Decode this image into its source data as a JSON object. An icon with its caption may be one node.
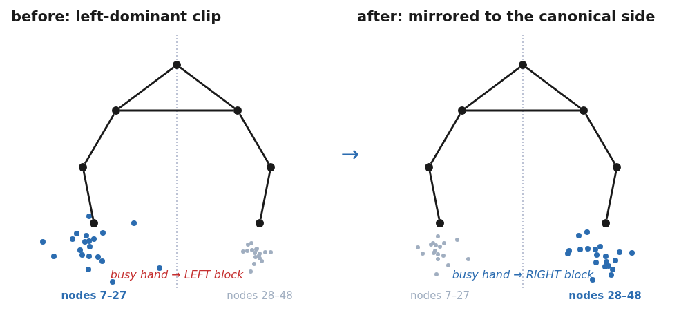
{
  "diagram": {
    "nodes": [
      {
        "text": [],
        "shape": "circle"
      },
      {
        "text": [],
        "shape": "circle"
      },
      {
        "text": [],
        "shape": "circle"
      },
      {
        "text": [],
        "shape": "circle"
      },
      {
        "text": [],
        "shape": "circle"
      },
      {
        "text": [],
        "shape": "circle"
      },
      {
        "text": [],
        "shape": "circle"
      },
      {
        "text": [],
        "shape": "circle"
      },
      {
        "text": [],
        "shape": "circle"
      },
      {
        "text": [],
        "shape": "circle"
      },
      {
        "text": [],
        "shape": "circle"
      },
      {
        "text": [],
        "shape": "circle"
      },
      {
        "text": [],
        "shape": "circle"
      },
      {
        "text": [],
        "shape": "circle"
      }
    ],
    "edges": [
      {
        "from": 0,
        "to": 1,
        "arrow": "none"
      },
      {
        "from": 0,
        "to": 2,
        "arrow": "none"
      },
      {
        "from": 1,
        "to": 2,
        "arrow": "none"
      },
      {
        "from": 1,
        "to": 3,
        "arrow": "none"
      },
      {
        "from": 3,
        "to": 5,
        "arrow": "none"
      },
      {
        "from": 2,
        "to": 4,
        "arrow": "none"
      },
      {
        "from": 4,
        "to": 6,
        "arrow": "none"
      },
      {
        "from": 7,
        "to": 8,
        "arrow": "none"
      },
      {
        "from": 7,
        "to": 9,
        "arrow": "none"
      },
      {
        "from": 8,
        "to": 9,
        "arrow": "none"
      },
      {
        "from": 8,
        "to": 10,
        "arrow": "none"
      },
      {
        "from": 10,
        "to": 12,
        "arrow": "none"
      },
      {
        "from": 9,
        "to": 11,
        "arrow": "none"
      },
      {
        "from": 11,
        "to": 13,
        "arrow": "none"
      }
    ],
    "labels": [
      "before: left-dominant clip",
      "after: mirrored to the canonical side",
      "busy hand → LEFT block",
      "nodes 7–27",
      "nodes 28–48",
      "→",
      "busy hand → RIGHT block",
      "nodes 7–27",
      "nodes 28–48"
    ]
  }
}
